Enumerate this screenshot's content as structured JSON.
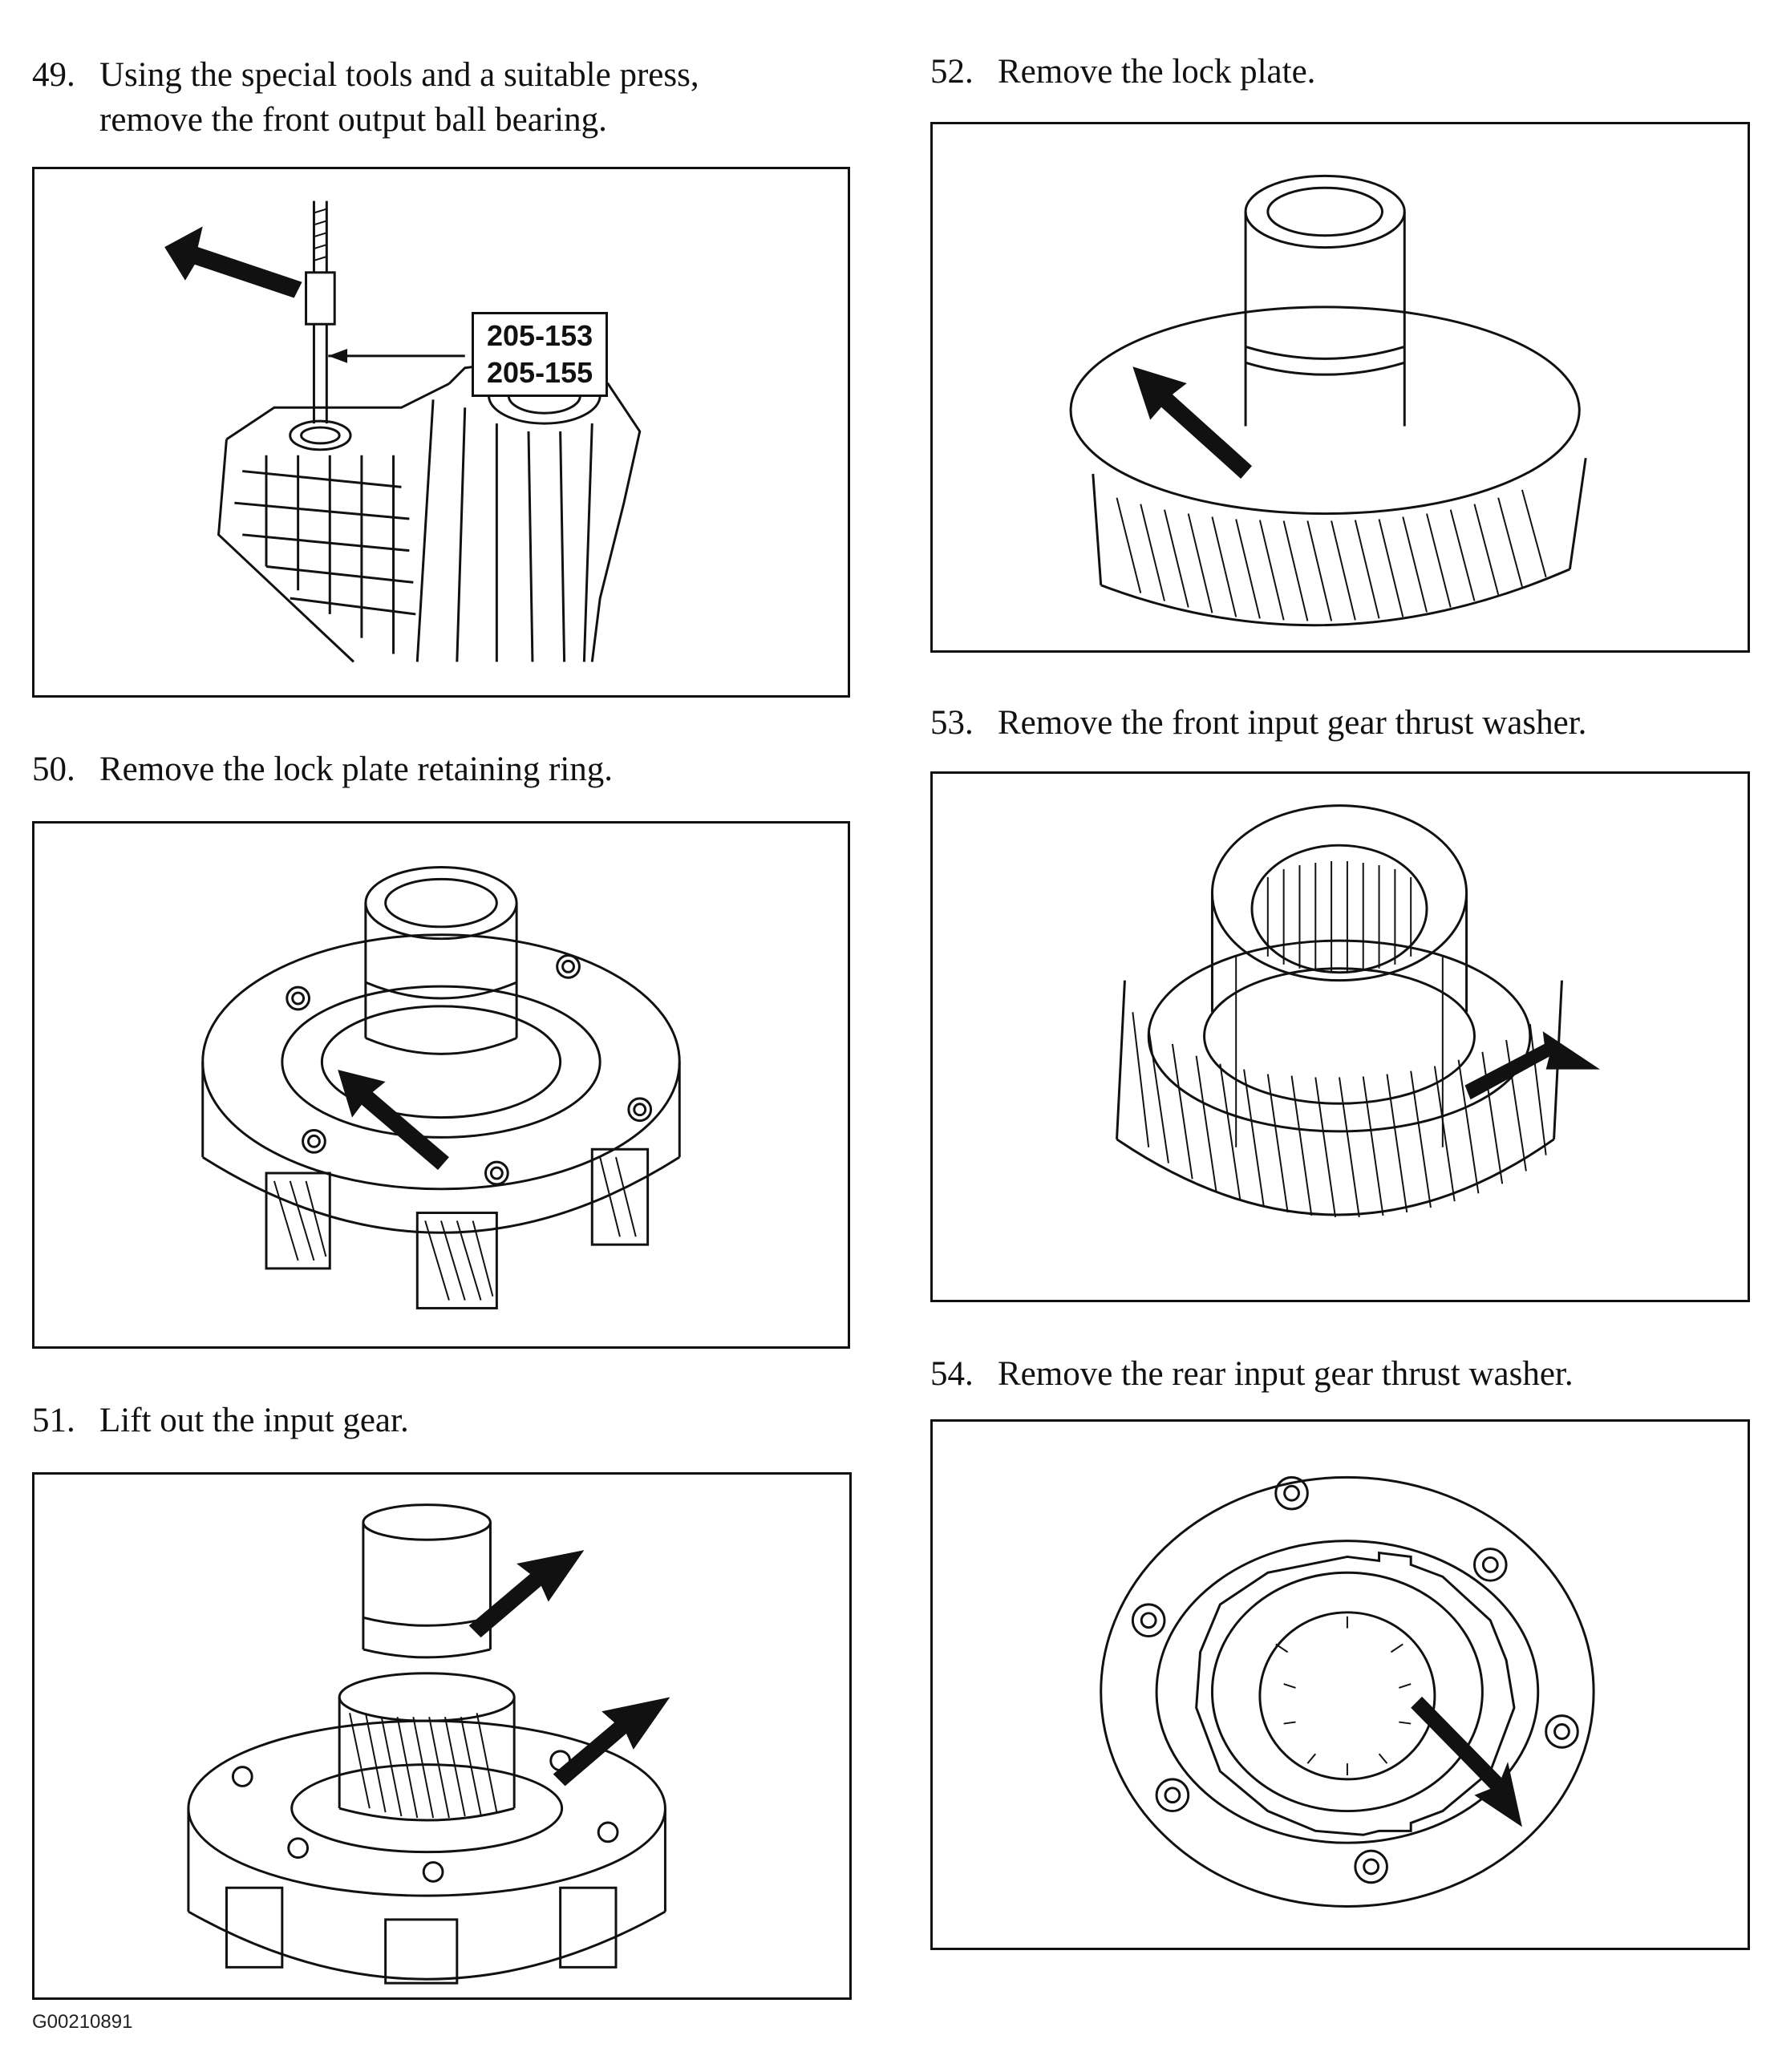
{
  "steps": [
    {
      "number": "49.",
      "line1": "Using the special tools and a suitable press,",
      "line2": "remove the front output ball bearing."
    },
    {
      "number": "50.",
      "line1": "Remove the lock plate retaining ring."
    },
    {
      "number": "51.",
      "line1": "Lift out the input gear."
    },
    {
      "number": "52.",
      "line1": "Remove the lock plate."
    },
    {
      "number": "53.",
      "line1": "Remove the front input gear thrust washer."
    },
    {
      "number": "54.",
      "line1": "Remove the rear input gear thrust washer."
    }
  ],
  "callout": {
    "tool1": "205-153",
    "tool2": "205-155"
  },
  "footer": {
    "figure_id": "G00210891"
  }
}
